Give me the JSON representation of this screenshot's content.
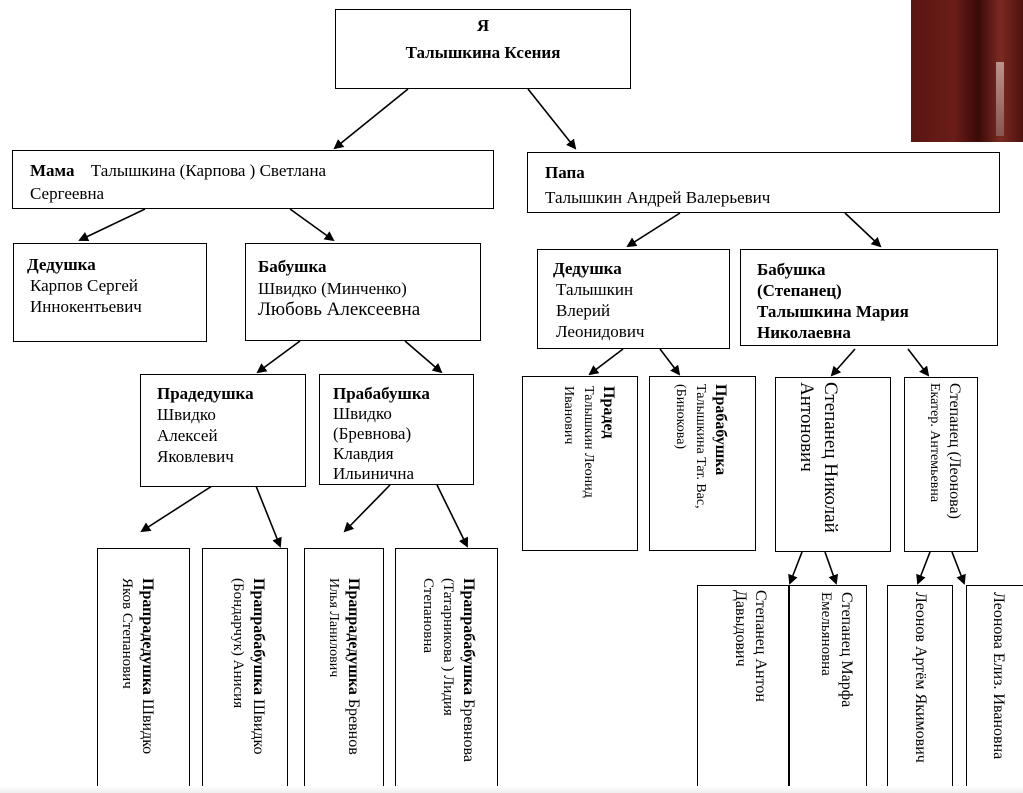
{
  "title": {
    "line1": "Я",
    "line2": "Талышкина  Ксения"
  },
  "mother": {
    "role": "Мама",
    "line1_rest": "Талышкина (Карпова ) Светлана",
    "line2": "Сергеевна"
  },
  "father": {
    "role": "Папа",
    "name": "Талышкин Андрей Валерьевич"
  },
  "m_grandfather": {
    "role": "Дедушка",
    "line1": "Карпов Сергей",
    "line2": "Иннокентьевич"
  },
  "m_grandmother": {
    "role": "Бабушка",
    "line1": "Швидко (Минченко)",
    "line2": "Любовь Алексеевна"
  },
  "p_grandfather": {
    "role": "Дедушка",
    "line1": "Талышкин",
    "line2": "Влерий",
    "line3": "Леонидович"
  },
  "p_grandmother": {
    "role": "Бабушка",
    "line1": "(Степанец)",
    "line2": "Талышкина Мария",
    "line3": "Николаевна"
  },
  "ggf_shvidko": {
    "role": "Прадедушка",
    "line1": "Швидко",
    "line2": "Алексей",
    "line3": "Яковлевич"
  },
  "ggm_shvidko": {
    "role": "Прабабушка",
    "line1": "Швидко",
    "line2": "(Бревнова)",
    "line3": "Клавдия",
    "line4": "Ильинична"
  },
  "ggf_talyshkin": {
    "role": "Прадед",
    "line1": "Талышкин Леонид",
    "line2": "Иванович"
  },
  "ggm_talyshkina": {
    "role": "Прабабушка",
    "line1": "Талышкина Тат. Вас,",
    "line2": "(Бинокова)"
  },
  "ggf_stepanets": {
    "line1": "Степанец Николай",
    "line2": "Антонович"
  },
  "ggm_stepanets": {
    "line1": "Степанец (Леонова)",
    "line2": "Екатер. Антемьевна"
  },
  "gggf_shvidko": {
    "role": "Прапрадедушка",
    "rest": "Швидко",
    "line2": "Яков Степанович"
  },
  "gggm_shvidko": {
    "role": "Прапрабабушка",
    "rest": "Швидко",
    "line2": "(Бондарчук) Анисия"
  },
  "gggf_brevnov": {
    "role": "Прапрадедушка",
    "rest": "Бревнов",
    "line2": "Илья Ланилович"
  },
  "gggm_brevnova": {
    "role": "Прапрабабушка",
    "rest": "Бревнова",
    "line2": "(Татарникова ) Лидия",
    "line3": "Степановна"
  },
  "gggf_stepanets": {
    "line1": "Степанец Антон",
    "line2": "Давыдович"
  },
  "gggm_stepanets": {
    "line1": "Степанец  Марфа",
    "line2": "Емельяновна"
  },
  "gggf_leonov": {
    "line1": "Леонов Артём Якимович"
  },
  "gggm_leonova": {
    "line1": "Леонова Елиз. Ивановна"
  }
}
